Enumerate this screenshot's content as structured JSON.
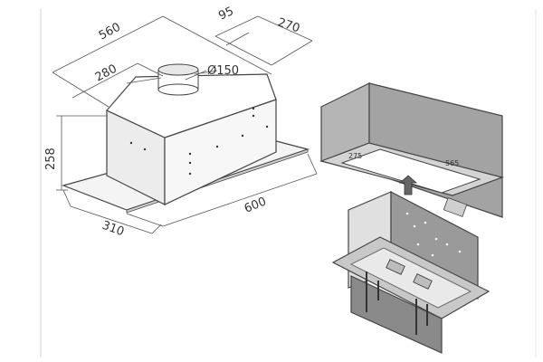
{
  "figure_left": {
    "dim_length": "560",
    "dim_duct_offset": "280",
    "dim_depth_top_a": "95",
    "dim_depth_top_b": "270",
    "dim_duct_diameter": "Ø150",
    "dim_height": "258",
    "dim_width": "600",
    "dim_depth": "310"
  },
  "figure_right": {
    "cutout_depth": "275",
    "cutout_length": "565"
  },
  "colors": {
    "line": "#444444",
    "panel_light": "#d6d6d6",
    "panel_mid": "#a9a9a9",
    "panel_dark": "#8a8a8a",
    "background": "#ffffff"
  }
}
